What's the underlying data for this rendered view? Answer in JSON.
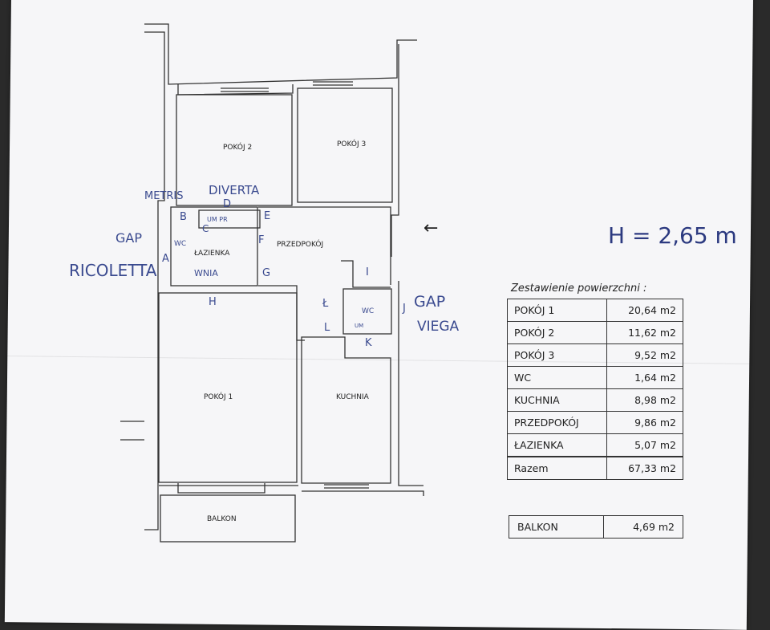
{
  "rooms": {
    "pokoj1": "POKÓJ 1",
    "pokoj2": "POKÓJ 2",
    "pokoj3": "POKÓJ 3",
    "przedpokoj": "PRZEDPOKÓJ",
    "lazienka": "ŁAZIENKA",
    "kuchnia": "KUCHNIA",
    "balkon": "BALKON",
    "wc": "WC",
    "wanna_hint": "WNIA"
  },
  "handwritten": {
    "height": "H = 2,65 m",
    "gap_left": "GAP",
    "ricoletta": "RICOLETTA",
    "metris": "METRIS",
    "diverta": "DIVERTA",
    "gap_right": "GAP",
    "viega": "VIEGA",
    "um_pr": "UM PR",
    "um": "UM",
    "wc_small": "WC",
    "markers": [
      "A",
      "B",
      "C",
      "D",
      "E",
      "F",
      "G",
      "H",
      "I",
      "J",
      "K",
      "L",
      "Ł"
    ]
  },
  "entrance_arrow": "←",
  "summary": {
    "title": "Zestawienie powierzchni :",
    "rows": [
      {
        "name": "POKÓJ  1",
        "value": "20,64  m2"
      },
      {
        "name": "POKÓJ  2",
        "value": "11,62  m2"
      },
      {
        "name": "POKÓJ  3",
        "value": "9,52  m2"
      },
      {
        "name": "WC",
        "value": "1,64  m2"
      },
      {
        "name": "KUCHNIA",
        "value": "8,98  m2"
      },
      {
        "name": "PRZEDPOKÓJ",
        "value": "9,86  m2"
      },
      {
        "name": "ŁAZIENKA",
        "value": "5,07  m2"
      }
    ],
    "total": {
      "name": "Razem",
      "value": "67,33  m2"
    },
    "balkon": {
      "name": "BALKON",
      "value": "4,69  m2"
    }
  }
}
